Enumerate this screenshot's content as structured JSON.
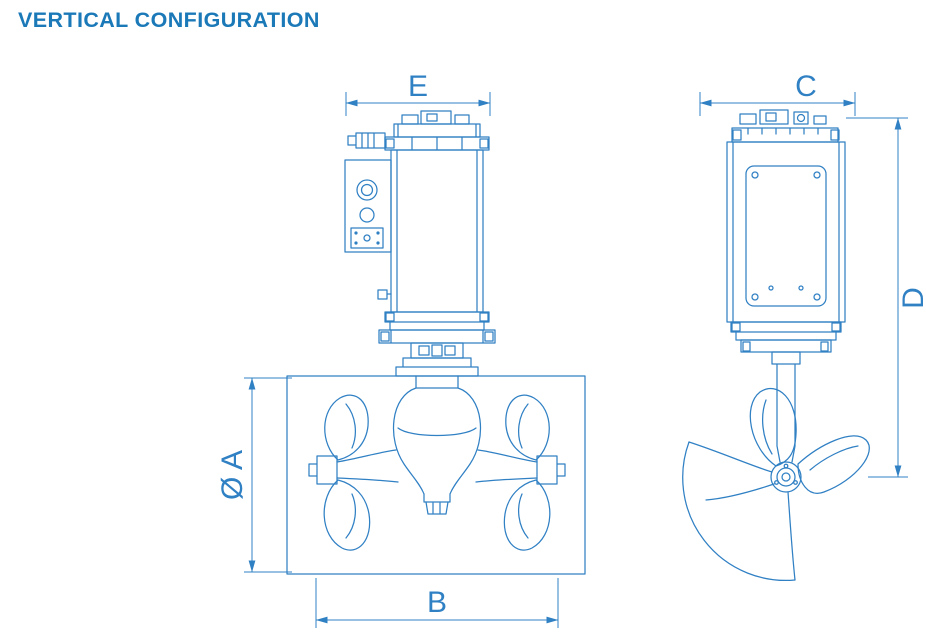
{
  "page": {
    "title": "VERTICAL CONFIGURATION"
  },
  "diagram": {
    "colors": {
      "line": "#3080c4",
      "title": "#1b79b8"
    },
    "front_view": {
      "dims": {
        "width_top": "E",
        "diameter": "Ø A",
        "width_bottom": "B"
      }
    },
    "side_view": {
      "dims": {
        "width_top": "C",
        "height": "D"
      }
    }
  }
}
